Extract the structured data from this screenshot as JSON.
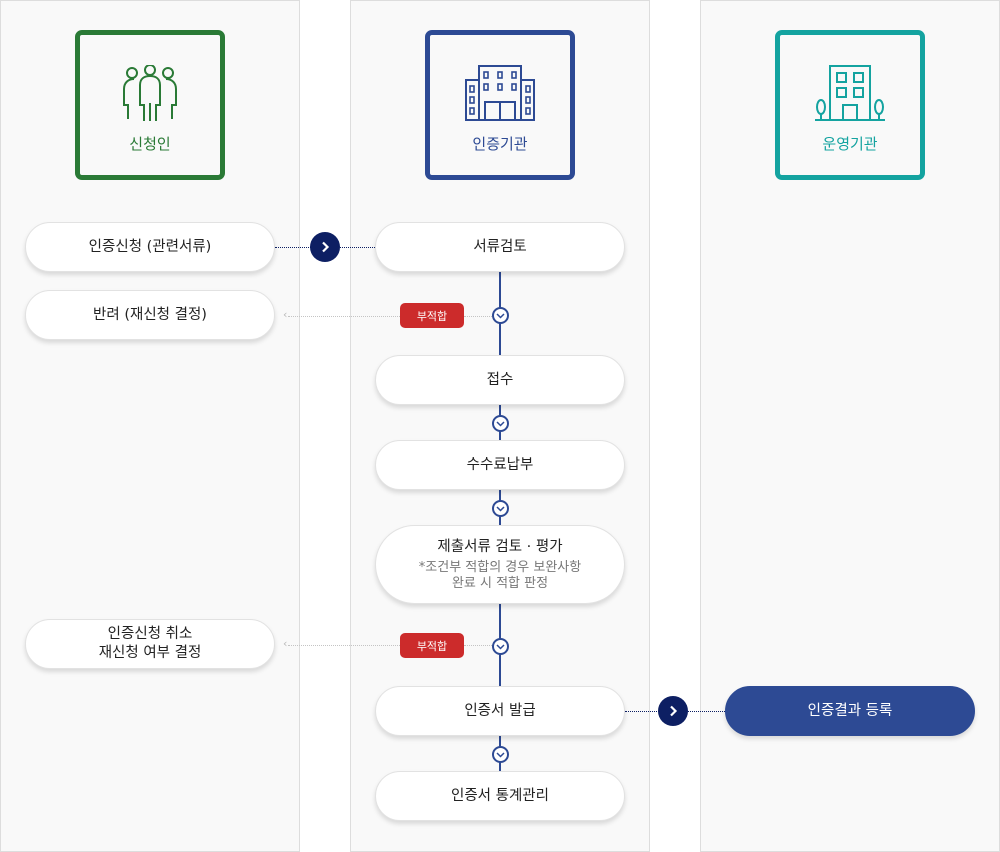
{
  "columns": [
    {
      "title": "신청인",
      "color": "#2a7a36",
      "icon": "people-icon"
    },
    {
      "title": "인증기관",
      "color": "#2d4a94",
      "icon": "building-icon"
    },
    {
      "title": "운영기관",
      "color": "#14a3a0",
      "icon": "office-trees-icon"
    }
  ],
  "applicant": {
    "apply": "인증신청 (관련서류)",
    "return": "반려 (재신청 결정)",
    "cancel_1": "인증신청 취소",
    "cancel_2": "재신청 여부 결정"
  },
  "agency": {
    "step1": "서류검토",
    "step2": "접수",
    "step3": "수수료납부",
    "step4": "제출서류 검토 · 평가",
    "step4_note1": "*조건부 적합의 경우 보완사항",
    "step4_note2": "완료 시 적합 판정",
    "step5": "인증서 발급",
    "step6": "인증서 통계관리",
    "fail_badge": "부적합"
  },
  "operator": {
    "register": "인증결과 등록"
  }
}
